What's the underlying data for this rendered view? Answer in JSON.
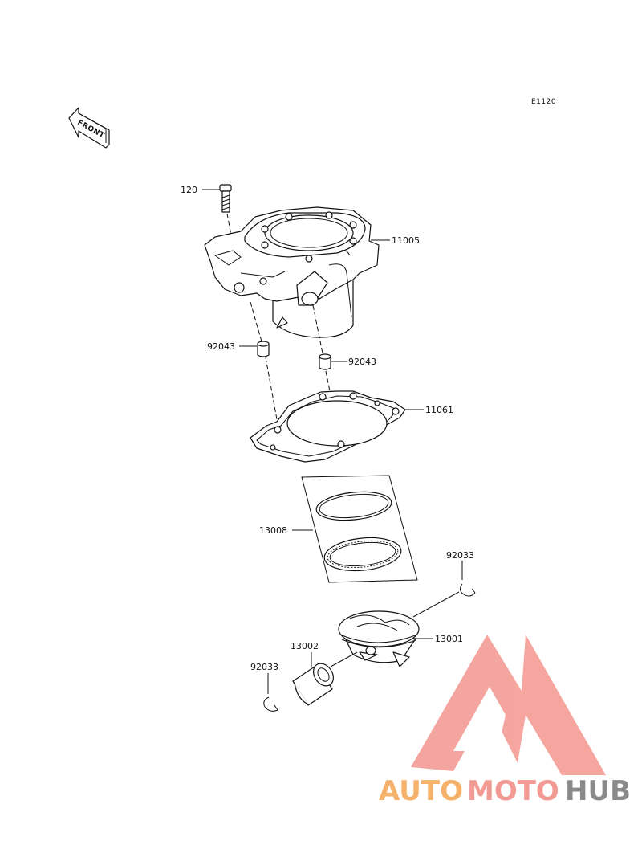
{
  "diagram": {
    "code": "E1120",
    "front_label": "FRONT",
    "parts": [
      {
        "id": "p120",
        "number": "120"
      },
      {
        "id": "p11005",
        "number": "11005"
      },
      {
        "id": "p92043a",
        "number": "92043"
      },
      {
        "id": "p92043b",
        "number": "92043"
      },
      {
        "id": "p11061",
        "number": "11061"
      },
      {
        "id": "p13008",
        "number": "13008"
      },
      {
        "id": "p92033a",
        "number": "92033"
      },
      {
        "id": "p13001",
        "number": "13001"
      },
      {
        "id": "p13002",
        "number": "13002"
      },
      {
        "id": "p92033b",
        "number": "92033"
      }
    ]
  },
  "watermark": {
    "brand_a": "AUTO",
    "brand_b": "MOTO",
    "brand_c": "HUB",
    "color_a": "#f6b26b",
    "color_b": "#f49a94",
    "color_c": "#8a8a8a",
    "logo_color": "#f5a19a"
  }
}
